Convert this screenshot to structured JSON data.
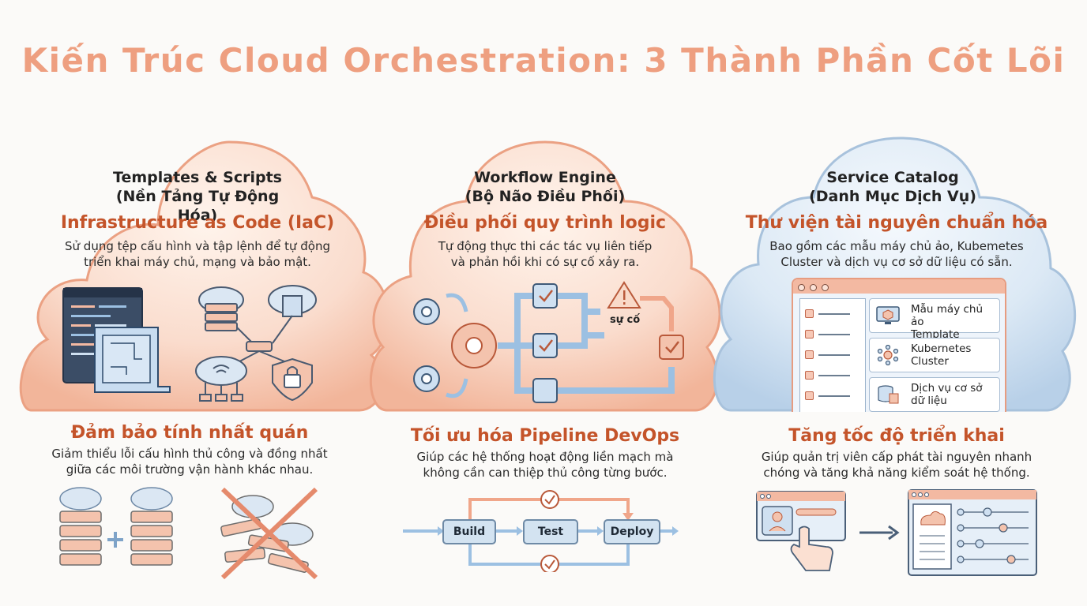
{
  "title": "Kiến Trúc Cloud Orchestration: 3 Thành Phần Cốt Lõi",
  "columns": [
    {
      "caption_line1": "Templates & Scripts",
      "caption_line2": "(Nền Tảng Tự Động Hóa)",
      "heading": "Infrastructure as Code (IaC)",
      "desc_line1": "Sử dụng tệp cấu hình và tập lệnh để tự động",
      "desc_line2": "triển khai máy chủ, mạng và bảo mật.",
      "benefit_title": "Đảm bảo tính nhất quán",
      "benefit_line1": "Giảm thiểu lỗi cấu hình thủ công và đồng nhất",
      "benefit_line2": "giữa các môi trường vận hành khác nhau."
    },
    {
      "caption_line1": "Workflow Engine",
      "caption_line2": "(Bộ Não Điều Phối)",
      "heading": "Điều phối quy trình logic",
      "desc_line1": "Tự động thực thi các tác vụ liên tiếp",
      "desc_line2": "và phản hồi khi có sự cố xảy ra.",
      "incident_label": "sự cố",
      "benefit_title": "Tối ưu hóa Pipeline DevOps",
      "benefit_line1": "Giúp các hệ thống hoạt động liền mạch mà",
      "benefit_line2": "không cần can thiệp thủ công từng bước.",
      "pipeline": [
        "Build",
        "Test",
        "Deploy"
      ]
    },
    {
      "caption_line1": "Service Catalog",
      "caption_line2": "(Danh Mục Dịch Vụ)",
      "heading": "Thư viện tài nguyên chuẩn hóa",
      "desc_line1": "Bao gồm các mẫu máy chủ ảo, Kubemetes",
      "desc_line2": "Cluster và dịch vụ cơ sở dữ liệu có sẵn.",
      "catalog_items": [
        {
          "line1": "Mẫu máy chủ ảo",
          "line2": "Template",
          "icon": "monitor-cube-icon"
        },
        {
          "line1": "Kubernetes",
          "line2": "Cluster",
          "icon": "network-cluster-icon"
        },
        {
          "line1": "Dịch vụ cơ sở",
          "line2": "dữ liệu",
          "icon": "database-icon"
        }
      ],
      "benefit_title": "Tăng tốc độ triển khai",
      "benefit_line1": "Giúp quản trị viên cấp phát tài nguyên nhanh",
      "benefit_line2": "chóng và tăng khả năng kiểm soát hệ thống."
    }
  ],
  "colors": {
    "title": "#ee9f80",
    "heading": "#c4542a",
    "orange_cloud": "#f6c6b0",
    "blue_cloud": "#cfe0f1"
  }
}
